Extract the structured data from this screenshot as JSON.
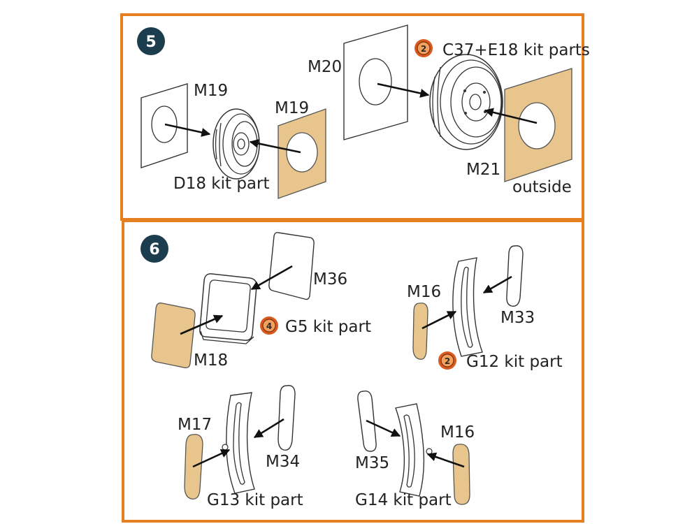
{
  "colors": {
    "frame": "#e67e22",
    "step_badge": "#1c3d4e",
    "mask_tan": "#e8c58c",
    "kit_icon": "#d85a1e"
  },
  "steps": [
    {
      "number": "5",
      "labels": {
        "m19_left": "M19",
        "m19_right": "M19",
        "d18": "D18 kit part",
        "m20": "M20",
        "c37_e18": "C37+E18 kit parts",
        "m21": "M21",
        "outside": "outside"
      },
      "kit_icon_number": "2"
    },
    {
      "number": "6",
      "labels": {
        "m36": "M36",
        "m18": "M18",
        "g5": "G5 kit part",
        "m16_top": "M16",
        "m33": "M33",
        "g12": "G12 kit part",
        "m17": "M17",
        "m34": "M34",
        "g13": "G13 kit part",
        "m35": "M35",
        "m16_bottom": "M16",
        "g14": "G14 kit part"
      },
      "kit_icon_numbers": {
        "g5": "4",
        "g12": "2"
      }
    }
  ]
}
